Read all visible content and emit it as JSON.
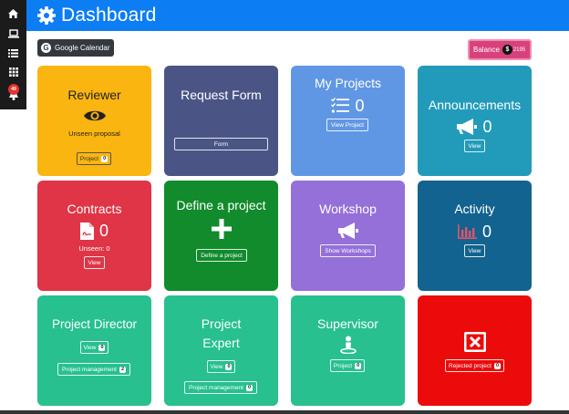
{
  "header": {
    "title": "Dashboard"
  },
  "toolbar": {
    "google_calendar_label": "Google Calendar",
    "google_letter": "G",
    "balance_label": "Balance",
    "balance_symbol": "$",
    "balance_value": "2195"
  },
  "sidebar": {
    "items": [
      "home-icon",
      "laptop-icon",
      "list-icon",
      "grid-icon",
      "bell-icon"
    ],
    "notification_count": "49"
  },
  "cards": {
    "reviewer": {
      "title": "Reviewer",
      "subtitle": "Unseen proposal",
      "button": "Project",
      "badge": "0",
      "color": "#fbb510"
    },
    "request_form": {
      "title": "Request Form",
      "button": "Form",
      "color": "#4a5586"
    },
    "my_projects": {
      "title": "My Projects",
      "count": "0",
      "button": "View Project",
      "color": "#6097e4"
    },
    "announcements": {
      "title": "Announcements",
      "count": "0",
      "button": "View",
      "color": "#229bba"
    },
    "contracts": {
      "title": "Contracts",
      "count": "0",
      "subtitle": "Unseen: 0",
      "button": "View",
      "color": "#df3546"
    },
    "define_project": {
      "title": "Define a project",
      "button": "Define a project",
      "color": "#118b2c"
    },
    "workshop": {
      "title": "Workshop",
      "button": "Show Workshops",
      "color": "#9470d8"
    },
    "activity": {
      "title": "Activity",
      "count": "0",
      "button": "View",
      "color": "#12638f"
    },
    "project_director": {
      "title": "Project Director",
      "button1": "View",
      "badge1": "0",
      "button2": "Project management",
      "badge2": "2",
      "color": "#27c08e"
    },
    "project_expert": {
      "title_line1": "Project",
      "title_line2": "Expert",
      "button1": "View",
      "badge1": "0",
      "button2": "Project management",
      "badge2": "0",
      "color": "#27c08e"
    },
    "supervisor": {
      "title": "Supervisor",
      "button": "Project",
      "badge": "0",
      "color": "#27c08e"
    },
    "rejected": {
      "button": "Rejected project",
      "badge": "0",
      "color": "#ec0b0b"
    }
  }
}
